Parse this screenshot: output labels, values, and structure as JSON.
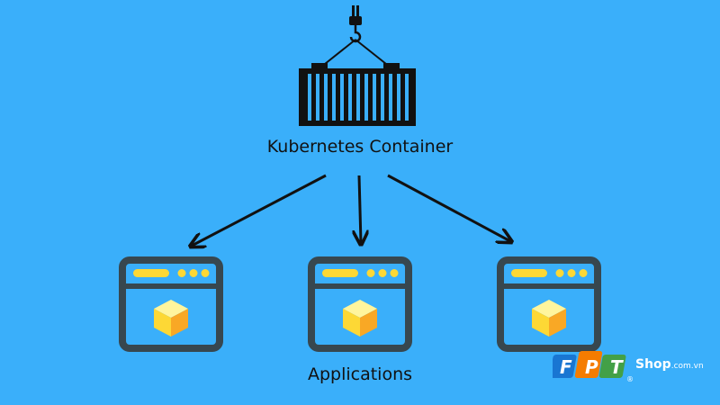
{
  "diagram": {
    "source_label": "Kubernetes Container",
    "target_label": "Applications"
  },
  "logo": {
    "letter_f": "F",
    "letter_p": "P",
    "letter_t": "T",
    "registered": "®",
    "shop": "Shop",
    "domain": ".com.vn"
  },
  "colors": {
    "background": "#3AAFFA",
    "dark": "#37474F",
    "yellow": "#FDD835",
    "logo_orange": "#F57C00",
    "logo_green": "#43A047"
  }
}
